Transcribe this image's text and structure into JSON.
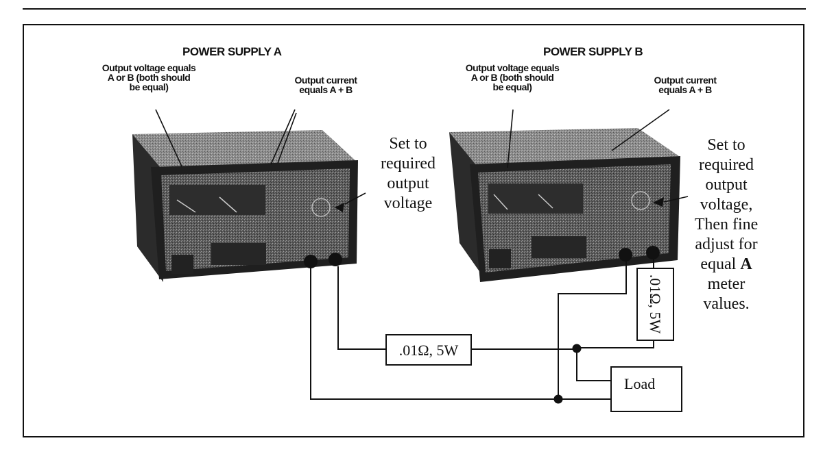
{
  "supply_a": {
    "title": "POWER SUPPLY A",
    "callout_voltage": [
      "Output voltage equals",
      "A or B (both should",
      "be equal)"
    ],
    "callout_current": [
      "Output current",
      "equals A + B"
    ],
    "note": [
      "Set to",
      "required",
      "output",
      "voltage"
    ]
  },
  "supply_b": {
    "title": "POWER SUPPLY B",
    "callout_voltage": [
      "Output voltage equals",
      "A or B (both should",
      "be equal)"
    ],
    "callout_current": [
      "Output current",
      "equals A + B"
    ],
    "note_lines": [
      "Set to",
      "required",
      "output",
      "voltage,",
      "Then fine",
      "adjust for"
    ],
    "note_equal_prefix": "equal ",
    "note_equal_bold": "A",
    "note_tail": [
      "meter",
      "values."
    ]
  },
  "circuit": {
    "resistor_a_label": ".01Ω, 5W",
    "resistor_b_label": ".01Ω, 5W",
    "load_label": "Load"
  },
  "colors": {
    "ink": "#111111",
    "chassis_dark": "#2a2a2a",
    "chassis_mid": "#6b6b6b",
    "panel": "#8a8a8a",
    "background": "#ffffff"
  }
}
